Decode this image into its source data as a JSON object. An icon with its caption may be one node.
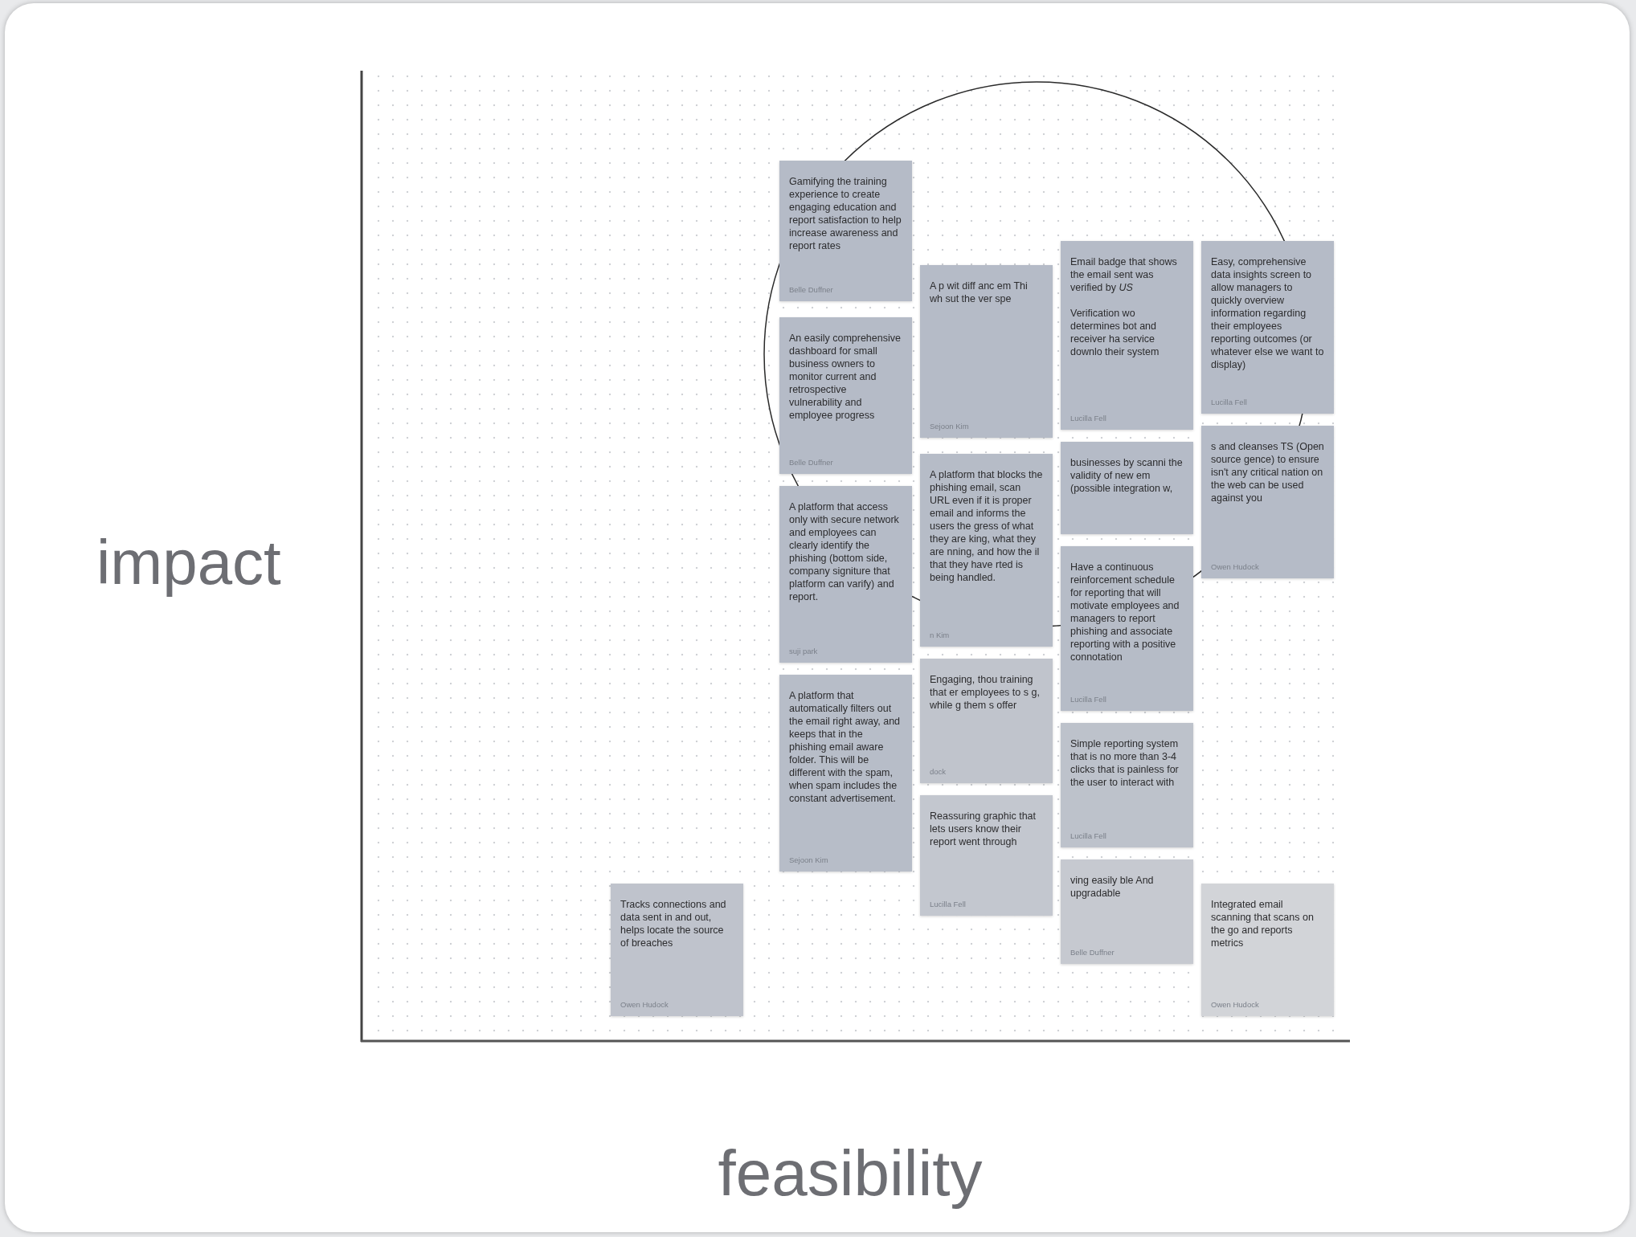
{
  "diagram": {
    "nodes": [
      {
        "text": [
          "Gamifying the training experience to create engaging education and report satisfaction to help increase awareness and report rates",
          "Belle Duffner"
        ]
      },
      {
        "text": [
          "A p wit diff anc em Thi wh sut the ver spe",
          "Sejoon Kim"
        ]
      },
      {
        "text": [
          "Email badge that shows the email sent was verified by *US*",
          "Verification wo determines bot and receiver ha service downlo their system",
          "Lucilla Fell"
        ]
      },
      {
        "text": [
          "Easy, comprehensive data insights screen to allow managers to quickly overview information regarding their employees reporting outcomes (or whatever else we want to display)",
          "Lucilla Fell"
        ]
      },
      {
        "text": [
          "An easily comprehensive dashboard for small business owners to monitor current and retrospective vulnerability and employee progress",
          "Belle Duffner"
        ]
      },
      {
        "text": [
          "s and cleanses TS (Open source gence) to ensure isn't any critical nation on the web can be used against you",
          "Owen Hudock"
        ]
      },
      {
        "text": [
          "businesses by scanni the validity of new em (possible integration w,"
        ]
      },
      {
        "text": [
          "A platform that access only with secure network and employees can clearly identify the phishing (bottom side, company signiture that platform can varify) and report.",
          "suji park"
        ]
      },
      {
        "text": [
          "A platform that blocks the phishing email, scan URL even if it is proper email and informs the users the gress of what they are king, what they are nning, and how the il that they have rted is being handled.",
          "n Kim"
        ]
      },
      {
        "text": [
          "Have a continuous reinforcement schedule for reporting that will motivate employees and managers to report phishing and associate reporting with a positive connotation",
          "Lucilla Fell"
        ]
      },
      {
        "text": [
          "A platform that automatically filters out the email right away, and keeps that in the phishing email aware folder. This will be different with the spam, when spam includes the constant advertisement.",
          "Sejoon Kim"
        ]
      },
      {
        "text": [
          "Simple reporting system that is no more than 3-4 clicks that is painless for the user to interact with",
          "Lucilla Fell"
        ]
      },
      {
        "text": [
          "Engaging, thou training that er employees to s g, while g them s offer",
          "dock"
        ]
      },
      {
        "text": [
          "Reassuring graphic that lets users know their report went through",
          "Lucilla Fell"
        ]
      },
      {
        "text": [
          "ving easily ble And upgradable",
          "Belle Duffner"
        ]
      },
      {
        "text": [
          "Tracks connections and data sent in and out, helps locate the source of breaches",
          "Owen Hudock"
        ]
      },
      {
        "text": [
          "Integrated email scanning that scans on the go and reports metrics",
          "Owen Hudock"
        ]
      }
    ],
    "labels": [
      "impact",
      "feasibility"
    ]
  }
}
